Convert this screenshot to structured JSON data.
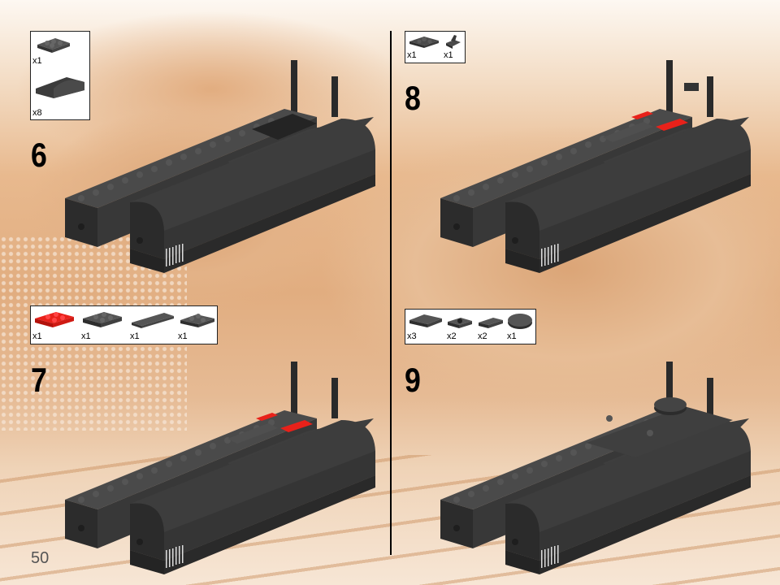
{
  "page": {
    "number": "50"
  },
  "colors": {
    "dark_gray": "#3b3b3b",
    "red": "#e8211a",
    "background_sepia": "#e1ad80",
    "divider": "#000000"
  },
  "steps": [
    {
      "number": "6",
      "parts": [
        {
          "name": "plate-2x3-dark-gray",
          "qty": "x1"
        },
        {
          "name": "curved-slope-dark-gray",
          "qty": "x8"
        }
      ]
    },
    {
      "number": "7",
      "parts": [
        {
          "name": "plate-2x3-red",
          "qty": "x1"
        },
        {
          "name": "plate-2x3-dark-gray",
          "qty": "x1"
        },
        {
          "name": "tile-1x4-dark-gray",
          "qty": "x1"
        },
        {
          "name": "plate-2x2-dark-gray",
          "qty": "x1"
        }
      ]
    },
    {
      "number": "8",
      "parts": [
        {
          "name": "plate-clips-dark-gray",
          "qty": "x1"
        },
        {
          "name": "hinge-dark-gray",
          "qty": "x1"
        }
      ]
    },
    {
      "number": "9",
      "parts": [
        {
          "name": "tile-2x2-dark-gray",
          "qty": "x3"
        },
        {
          "name": "jumper-plate-1x2-dark-gray",
          "qty": "x2"
        },
        {
          "name": "tile-1x2-dark-gray",
          "qty": "x2"
        },
        {
          "name": "round-tile-2x2-dark-gray",
          "qty": "x1"
        }
      ]
    }
  ]
}
